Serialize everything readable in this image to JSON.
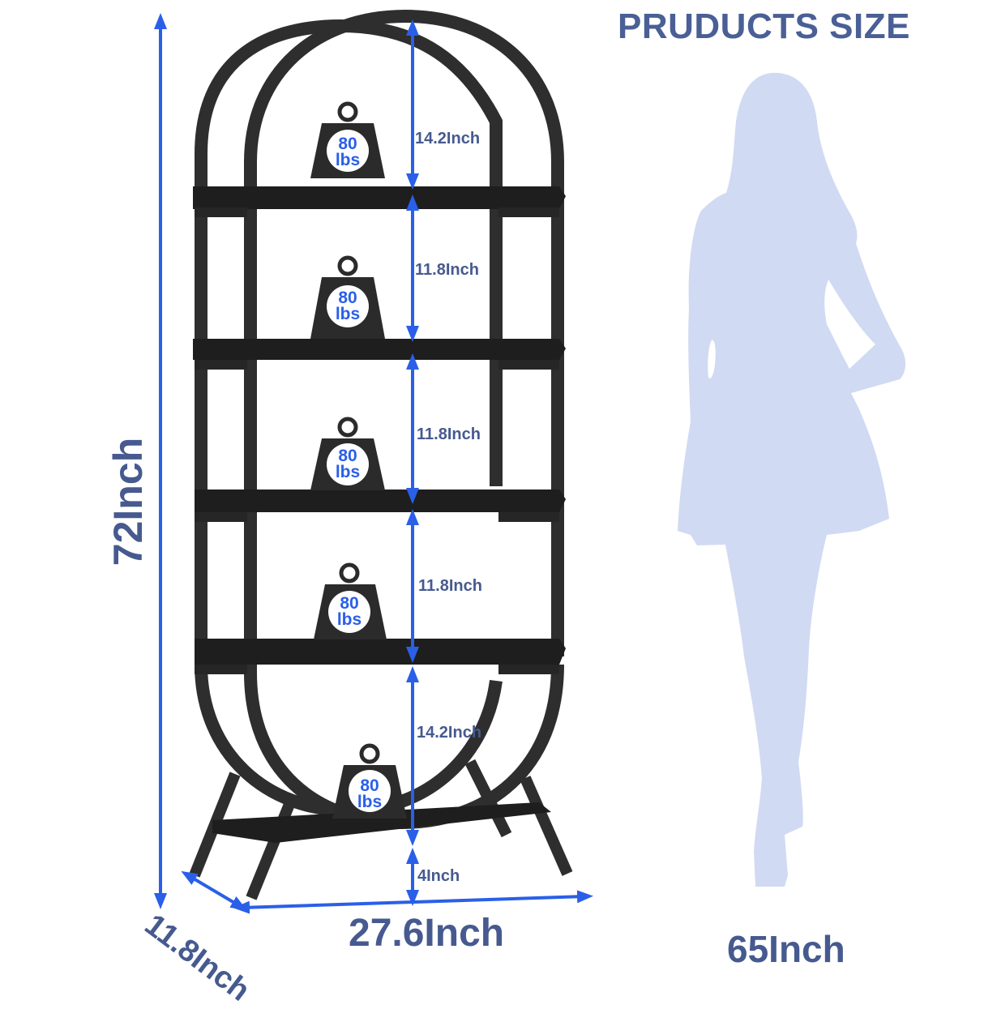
{
  "header": {
    "title": "PRUDUCTS SIZE"
  },
  "colors": {
    "label_text": "#465a8f",
    "arrow": "#2a5fe8",
    "frame": "#2b2b2b",
    "silhouette": "#d0daf2",
    "weight_text": "#2a5fe8"
  },
  "dimensions": {
    "overall_height": "72Inch",
    "overall_width": "27.6Inch",
    "depth": "11.8Inch",
    "person_height": "65Inch",
    "floor_clearance": "4Inch"
  },
  "shelf_gaps": [
    {
      "label": "14.2Inch"
    },
    {
      "label": "11.8Inch"
    },
    {
      "label": "11.8Inch"
    },
    {
      "label": "11.8Inch"
    },
    {
      "label": "14.2Inch"
    }
  ],
  "weights": [
    {
      "value": "80",
      "unit": "lbs"
    },
    {
      "value": "80",
      "unit": "lbs"
    },
    {
      "value": "80",
      "unit": "lbs"
    },
    {
      "value": "80",
      "unit": "lbs"
    },
    {
      "value": "80",
      "unit": "lbs"
    }
  ]
}
